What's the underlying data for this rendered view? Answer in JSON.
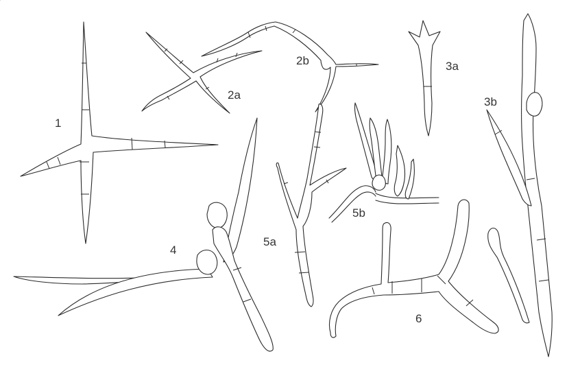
{
  "figure": {
    "labels": {
      "fig1": "1",
      "fig2a": "2a",
      "fig2b": "2b",
      "fig3a": "3a",
      "fig3b": "3b",
      "fig4": "4",
      "fig5a": "5a",
      "fig5b": "5b",
      "fig6": "6"
    },
    "colors": {
      "ink": "#2a2a2a",
      "paper": "#ffffff"
    }
  }
}
